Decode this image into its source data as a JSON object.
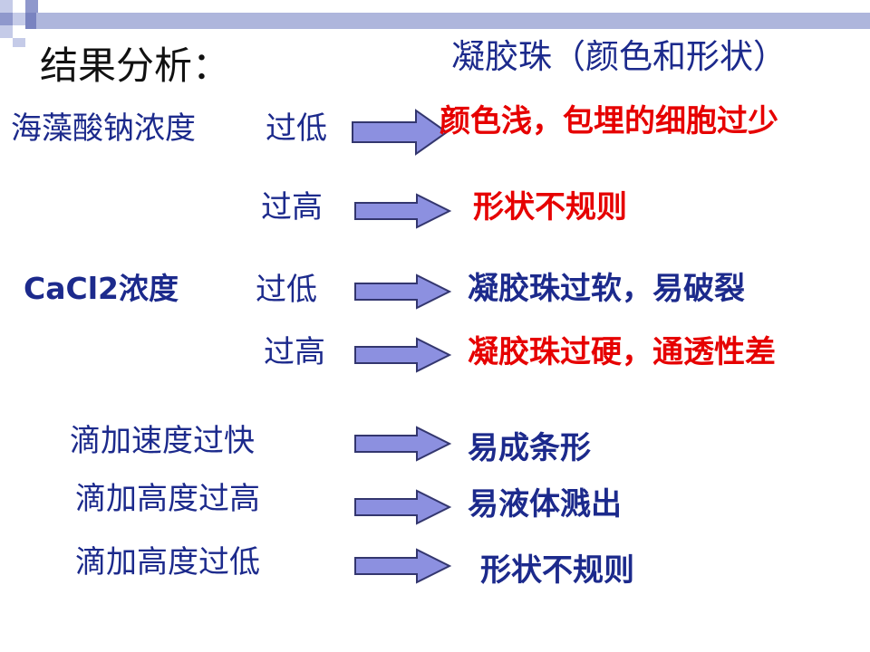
{
  "title": "结果分析：",
  "subtitle": "凝胶珠（颜色和形状）",
  "sections": {
    "alginate": {
      "factor_label": "海藻酸钠浓度",
      "low_label": "过低",
      "low_result": "颜色浅，包埋的细胞过少",
      "high_label": "过高",
      "high_result": "形状不规则"
    },
    "cacl2": {
      "factor_label": "CaCl2浓度",
      "low_label": "过低",
      "low_result": "凝胶珠过软，易破裂",
      "high_label": "过高",
      "high_result": "凝胶珠过硬，通透性差"
    },
    "drip": {
      "items": [
        {
          "label": "滴加速度过快",
          "result": "易成条形"
        },
        {
          "label": "滴加高度过高",
          "result": "易液体溅出"
        },
        {
          "label": "滴加高度过低",
          "result": "形状不规则"
        }
      ]
    }
  },
  "colors": {
    "navy": "#1c2a8c",
    "red": "#e60000",
    "deco_blue": "#aeb6dc",
    "arrow_fill": "#8c90e0"
  }
}
